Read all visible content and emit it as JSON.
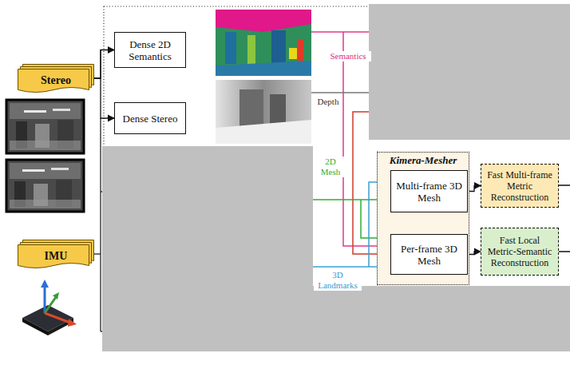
{
  "diagram": {
    "nodes": [
      {
        "text": [
          "Stereo"
        ]
      },
      {
        "text": [
          "Dense 2D Semantics"
        ]
      },
      {
        "text": [
          "Dense Stereo"
        ]
      },
      {
        "text": [
          "IMU"
        ]
      },
      {
        "text": [
          "Kimera-Mesher"
        ]
      },
      {
        "text": [
          "Multi-frame 3D Mesh"
        ],
        "in": 4
      },
      {
        "text": [
          "Per-frame 3D Mesh"
        ],
        "in": 4
      },
      {
        "text": [
          "Fast Multi-frame Metric Reconstruction"
        ]
      },
      {
        "text": [
          "Fast Local Metric-Semantic Reconstruction"
        ]
      }
    ],
    "edges": [
      {
        "from": 0,
        "to": 1,
        "arrow": "to"
      },
      {
        "from": 0,
        "to": 2,
        "arrow": "to"
      },
      {
        "from": 6,
        "to": 5,
        "arrow": "to"
      },
      {
        "from": 5,
        "to": 7,
        "arrow": "to"
      },
      {
        "from": 6,
        "to": 8,
        "arrow": "to"
      }
    ],
    "labels": [
      "Semantics",
      "Depth",
      "2D Mesh",
      "3D Landmarks"
    ]
  }
}
